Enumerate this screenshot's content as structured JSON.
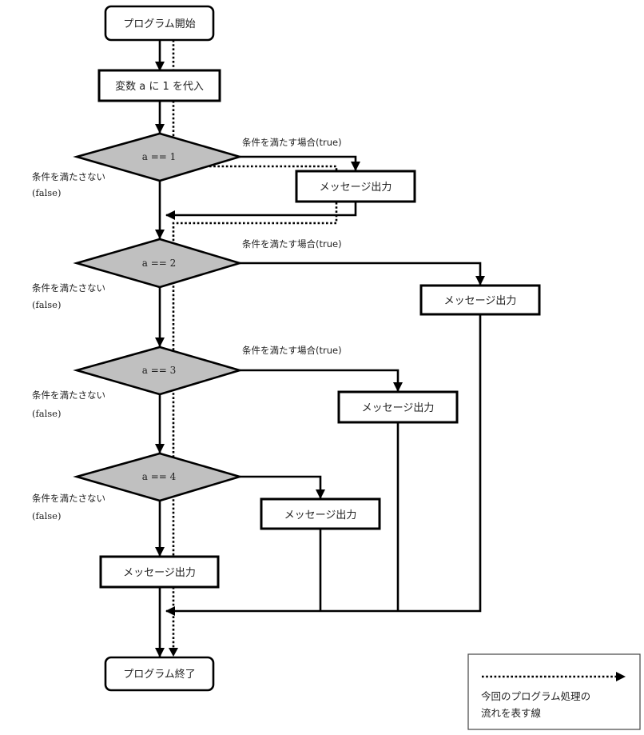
{
  "flowchart": {
    "start": {
      "label": "プログラム開始"
    },
    "assign": {
      "label": "変数 a に 1 を代入"
    },
    "conditions": [
      {
        "label": "a == 1",
        "true_label": "条件を満たす場合(true)",
        "false_label_1": "条件を満たさない",
        "false_label_2": "(false)",
        "action_label": "メッセージ出力"
      },
      {
        "label": "a == 2",
        "true_label": "条件を満たす場合(true)",
        "false_label_1": "条件を満たさない",
        "false_label_2": "(false)",
        "action_label": "メッセージ出力"
      },
      {
        "label": "a == 3",
        "true_label": "条件を満たす場合(true)",
        "false_label_1": "条件を満たさない",
        "false_label_2": "(false)",
        "action_label": "メッセージ出力"
      },
      {
        "label": "a == 4",
        "true_label": "",
        "false_label_1": "条件を満たさない",
        "false_label_2": "(false)",
        "action_label": "メッセージ出力"
      }
    ],
    "else_action": {
      "label": "メッセージ出力"
    },
    "end": {
      "label": "プログラム終了"
    }
  },
  "legend": {
    "line1": "今回のプログラム処理の",
    "line2": "流れを表す線"
  },
  "colors": {
    "diamond_fill": "#c0c0c0",
    "stroke": "#000000"
  }
}
